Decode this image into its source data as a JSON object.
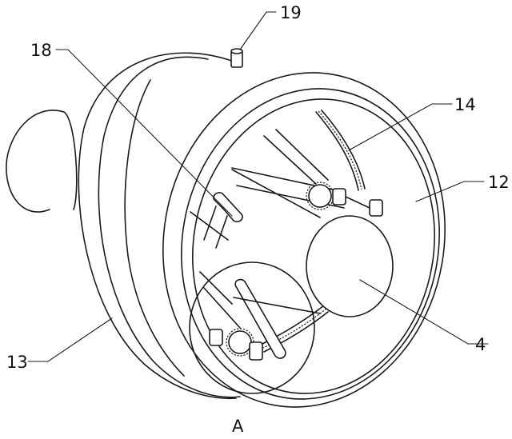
{
  "labels": {
    "l19": "19",
    "l18": "18",
    "l14": "14",
    "l12": "12",
    "l4": "4",
    "l13": "13",
    "lA": "A"
  }
}
